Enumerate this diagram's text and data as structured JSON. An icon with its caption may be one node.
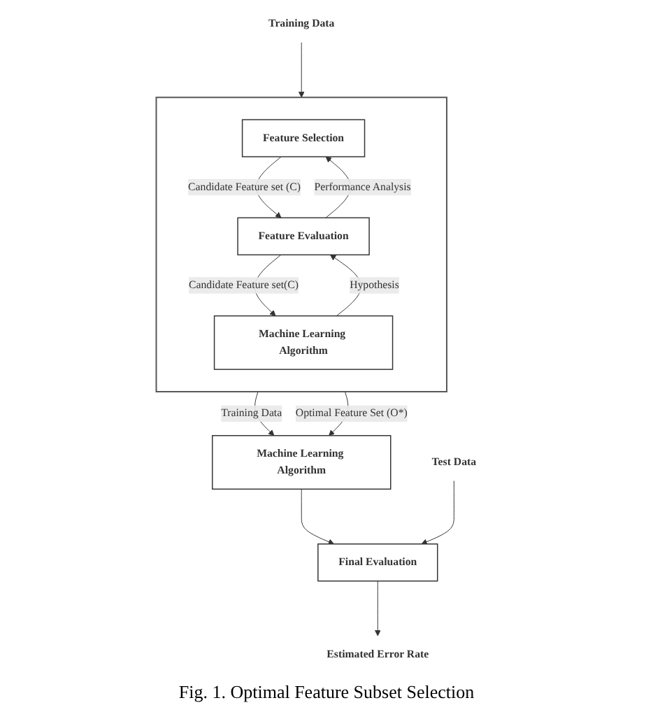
{
  "diagram": {
    "caption": "Fig. 1. Optimal Feature Subset Selection",
    "nodes": [
      {
        "text": [
          "Training Data"
        ]
      },
      {
        "text": [],
        "shape": "box"
      },
      {
        "text": [
          "Feature Selection"
        ],
        "in": 1
      },
      {
        "text": [
          "Feature Evaluation"
        ],
        "in": 1
      },
      {
        "text": [
          "Machine Learning Algorithm"
        ],
        "in": 1
      },
      {
        "text": [
          "Machine Learning Algorithm"
        ]
      },
      {
        "text": [
          "Test Data"
        ]
      },
      {
        "text": [
          "Final Evaluation"
        ]
      },
      {
        "text": [
          "Estimated Error Rate"
        ]
      }
    ],
    "edges": [
      {
        "from": 0,
        "to": 1,
        "arrow": "to"
      },
      {
        "from": 2,
        "to": 3,
        "arrow": "to",
        "label": "Candidate Feature set (C)"
      },
      {
        "from": 3,
        "to": 2,
        "arrow": "to",
        "label": "Performance Analysis"
      },
      {
        "from": 3,
        "to": 4,
        "arrow": "to",
        "label": "Candidate Feature set(C)"
      },
      {
        "from": 4,
        "to": 3,
        "arrow": "to",
        "label": "Hypothesis"
      },
      {
        "from": 1,
        "to": 5,
        "arrow": "to",
        "label": "Training Data"
      },
      {
        "from": 1,
        "to": 5,
        "arrow": "to",
        "label": "Optimal Feature Set (O*)"
      },
      {
        "from": 5,
        "to": 7,
        "arrow": "to"
      },
      {
        "from": 6,
        "to": 7,
        "arrow": "to"
      },
      {
        "from": 7,
        "to": 8,
        "arrow": "to"
      }
    ]
  }
}
